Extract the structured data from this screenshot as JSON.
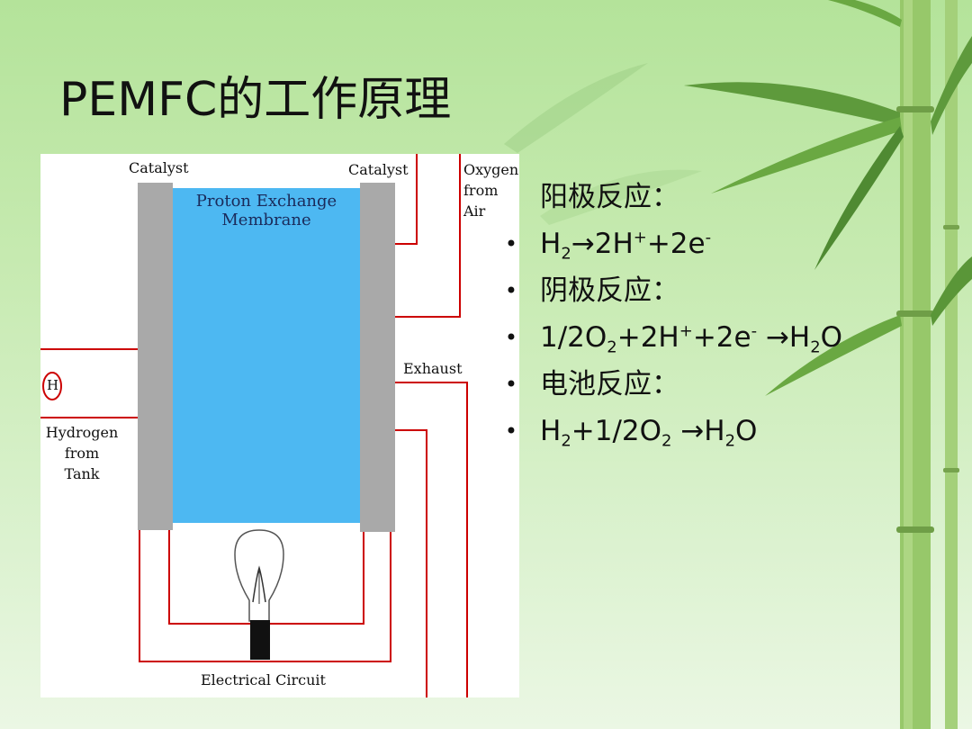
{
  "slide": {
    "title": "PEMFC的工作原理",
    "background": "#c6eab0",
    "accent": "#c8102e"
  },
  "diagram": {
    "catalyst_left": "Catalyst",
    "catalyst_right": "Catalyst",
    "membrane_line1": "Proton Exchange",
    "membrane_line2": "Membrane",
    "oxygen_line1": "Oxygen",
    "oxygen_line2": "from",
    "oxygen_line3": "Air",
    "exhaust": "Exhaust",
    "hydrogen_symbol": "H",
    "hydrogen_line1": "Hydrogen",
    "hydrogen_line2": "from",
    "hydrogen_line3": "Tank",
    "circuit": "Electrical Circuit",
    "colors": {
      "membrane": "#4db8f2",
      "electrode": "#a9a9a9",
      "wire": "#cc0000"
    }
  },
  "reactions": {
    "bullet": "•",
    "anode_heading": "阳极反应：",
    "anode_eq": {
      "h": "H",
      "s1": "2",
      "arrow": "→2H",
      "s2": "+",
      "mid": "+2e",
      "s3": "-"
    },
    "cathode_heading": "阴极反应：",
    "cathode_eq": {
      "a": "1/2O",
      "s1": "2",
      "b": "+2H",
      "s2": "+",
      "c": "+2e",
      "s3": "-",
      "d": " →H",
      "s4": "2",
      "e": "O"
    },
    "cell_heading": "电池反应：",
    "cell_eq": {
      "a": "H",
      "s1": "2",
      "b": "+1/2O",
      "s2": "2",
      "c": " →H",
      "s3": "2",
      "d": "O"
    }
  }
}
